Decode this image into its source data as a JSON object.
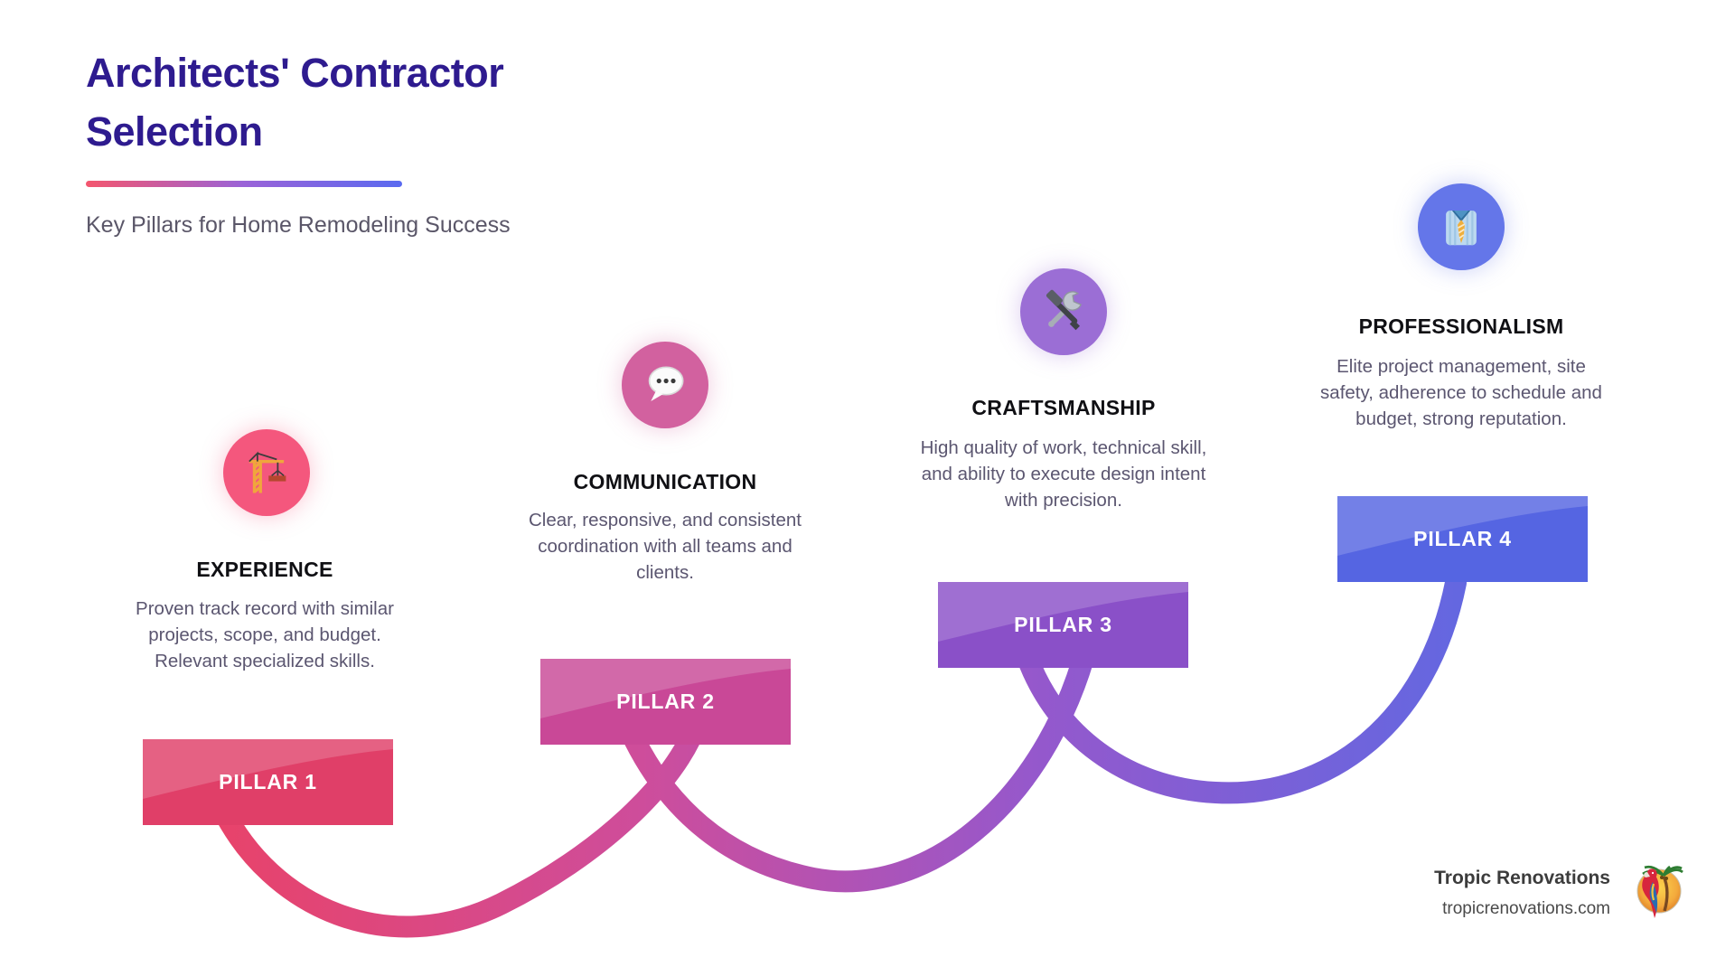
{
  "theme": {
    "title_color": "#2E1B8F",
    "subtitle_color": "#5A5668",
    "heading_color": "#101014",
    "description_color": "#5B5670",
    "accent_gradient": [
      "#F4566E",
      "#9A63D8",
      "#5A6AF0"
    ],
    "wave_gradient": [
      "#EA4266",
      "#CE4D9B",
      "#9558CC",
      "#5B6AE4"
    ],
    "background": "#FFFFFF"
  },
  "header": {
    "title_line1": "Architects' Contractor",
    "title_line2": "Selection",
    "subtitle": "Key Pillars for Home Remodeling Success"
  },
  "pillars": [
    {
      "label": "PILLAR 1",
      "title": "EXPERIENCE",
      "description": "Proven track record with similar projects, scope, and budget. Relevant specialized skills.",
      "icon": "construction-crane",
      "circle_color": "#F4577D",
      "box_color": "#E03F68"
    },
    {
      "label": "PILLAR 2",
      "title": "COMMUNICATION",
      "description": "Clear, responsive, and consistent coordination with all teams and clients.",
      "icon": "speech-balloon",
      "circle_color": "#D2619F",
      "box_color": "#C94897"
    },
    {
      "label": "PILLAR 3",
      "title": "CRAFTSMANSHIP",
      "description": "High quality of work, technical skill, and ability to execute design intent with precision.",
      "icon": "hammer-and-wrench",
      "circle_color": "#9B6ED5",
      "box_color": "#8A50C8"
    },
    {
      "label": "PILLAR 4",
      "title": "PROFESSIONALISM",
      "description": "Elite project management, site safety, adherence to schedule and budget, strong reputation.",
      "icon": "necktie",
      "circle_color": "#6476E9",
      "box_color": "#5565E2"
    }
  ],
  "footer": {
    "brand": "Tropic Renovations",
    "website": "tropicrenovations.com"
  }
}
